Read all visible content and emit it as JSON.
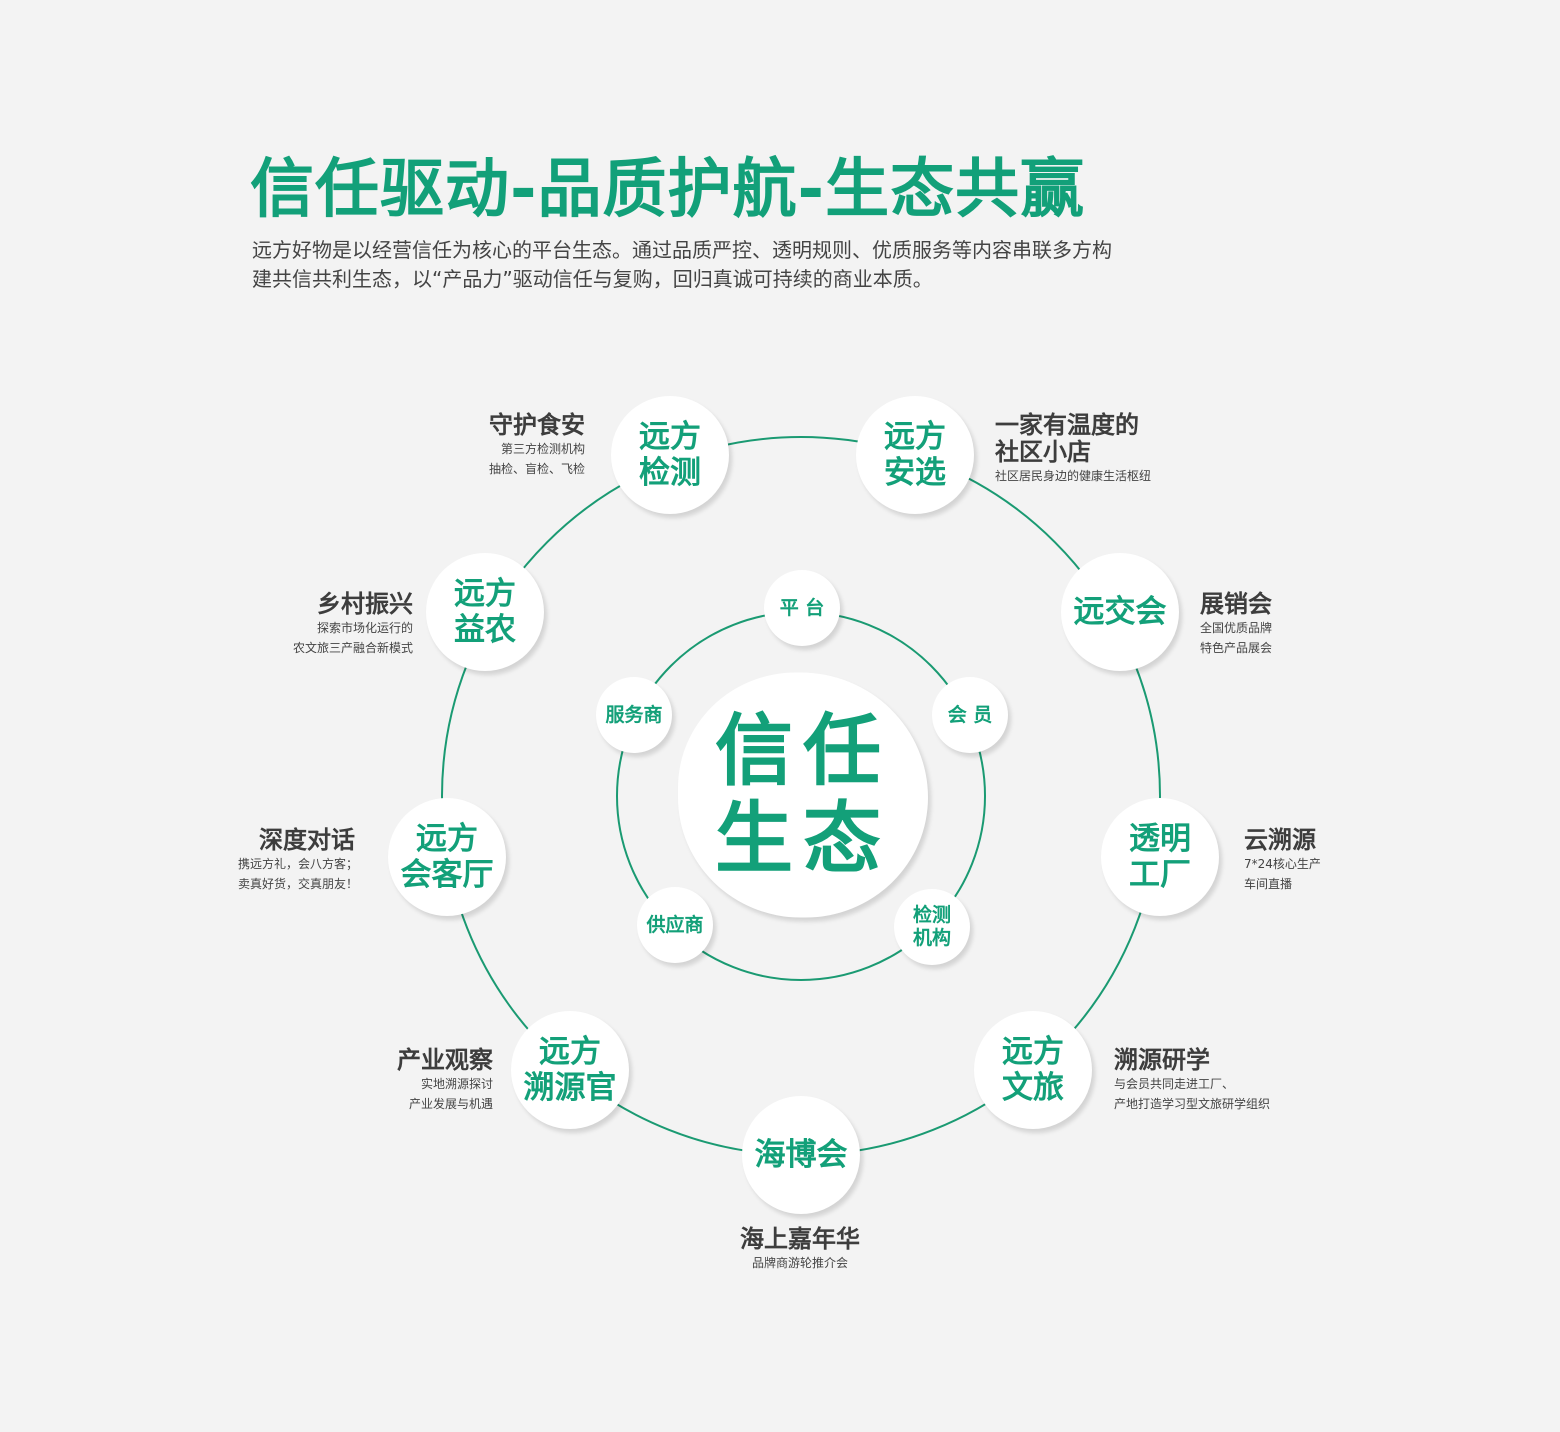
{
  "title": "信任驱动-品质护航-生态共赢",
  "intro": "远方好物是以经营信任为核心的平台生态。通过品质严控、透明规则、优质服务等内容串联多方构建共信共利生态，以“产品力”驱动信任与复购，回归真诚可持续的商业本质。",
  "center": {
    "line1": "信任",
    "line2": "生态"
  },
  "inner_nodes": [
    {
      "label": "平 台"
    },
    {
      "label": "会 员"
    },
    {
      "label1": "检测",
      "label2": "机构"
    },
    {
      "label": "供应商"
    },
    {
      "label": "服务商"
    }
  ],
  "outer_nodes": [
    {
      "line1": "远方",
      "line2": "检测",
      "heading": "守护食安",
      "sub1": "第三方检测机构",
      "sub2": "抽检、盲检、飞检"
    },
    {
      "line1": "远方",
      "line2": "安选",
      "heading1": "一家有温度的",
      "heading2": "社区小店",
      "sub1": "社区居民身边的健康生活枢纽"
    },
    {
      "line1": "远交会",
      "heading": "展销会",
      "sub1": "全国优质品牌",
      "sub2": "特色产品展会"
    },
    {
      "line1": "透明",
      "line2": "工厂",
      "heading": "云溯源",
      "sub1": "7*24核心生产",
      "sub2": "车间直播"
    },
    {
      "line1": "远方",
      "line2": "文旅",
      "heading": "溯源研学",
      "sub1": "与会员共同走进工厂、",
      "sub2": "产地打造学习型文旅研学组织"
    },
    {
      "line1": "海博会",
      "heading": "海上嘉年华",
      "sub1": "品牌商游轮推介会"
    },
    {
      "line1": "远方",
      "line2": "溯源官",
      "heading": "产业观察",
      "sub1": "实地溯源探讨",
      "sub2": "产业发展与机遇"
    },
    {
      "line1": "远方",
      "line2": "会客厅",
      "heading": "深度对话",
      "sub1": "携远方礼，会八方客；",
      "sub2": "卖真好货，交真朋友！"
    },
    {
      "line1": "远方",
      "line2": "益农",
      "heading": "乡村振兴",
      "sub1": "探索市场化运行的",
      "sub2": "农文旅三产融合新模式"
    }
  ],
  "colors": {
    "accent": "#13a079",
    "background": "#f3f3f3",
    "text": "#3d3d3d"
  }
}
